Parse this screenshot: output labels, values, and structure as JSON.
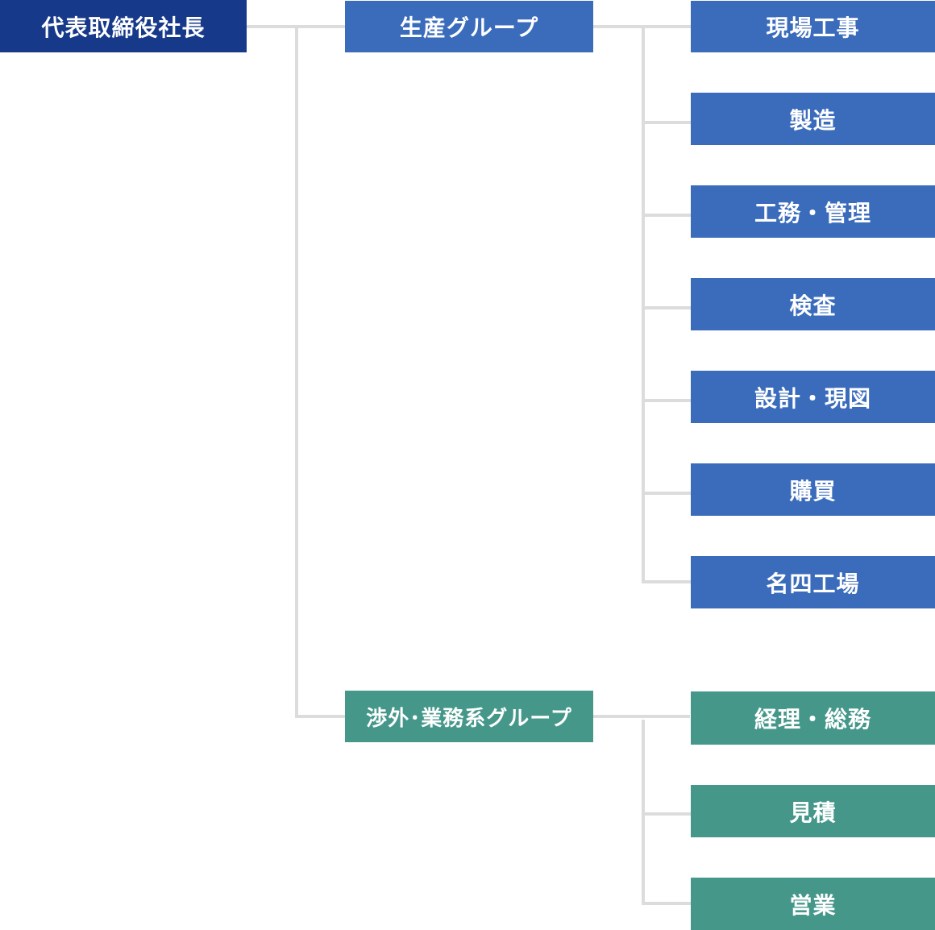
{
  "colors": {
    "root": "#17398a",
    "production": "#3b6cbc",
    "business": "#45978a",
    "connector": "#dcdcdc"
  },
  "root": {
    "label": "代表取締役社長"
  },
  "groups": [
    {
      "label": "生産グループ",
      "departments": [
        "現場工事",
        "製造",
        "工務・管理",
        "検査",
        "設計・現図",
        "購買",
        "名四工場"
      ]
    },
    {
      "label": "渉外･業務系グループ",
      "departments": [
        "経理・総務",
        "見積",
        "営業"
      ]
    }
  ]
}
